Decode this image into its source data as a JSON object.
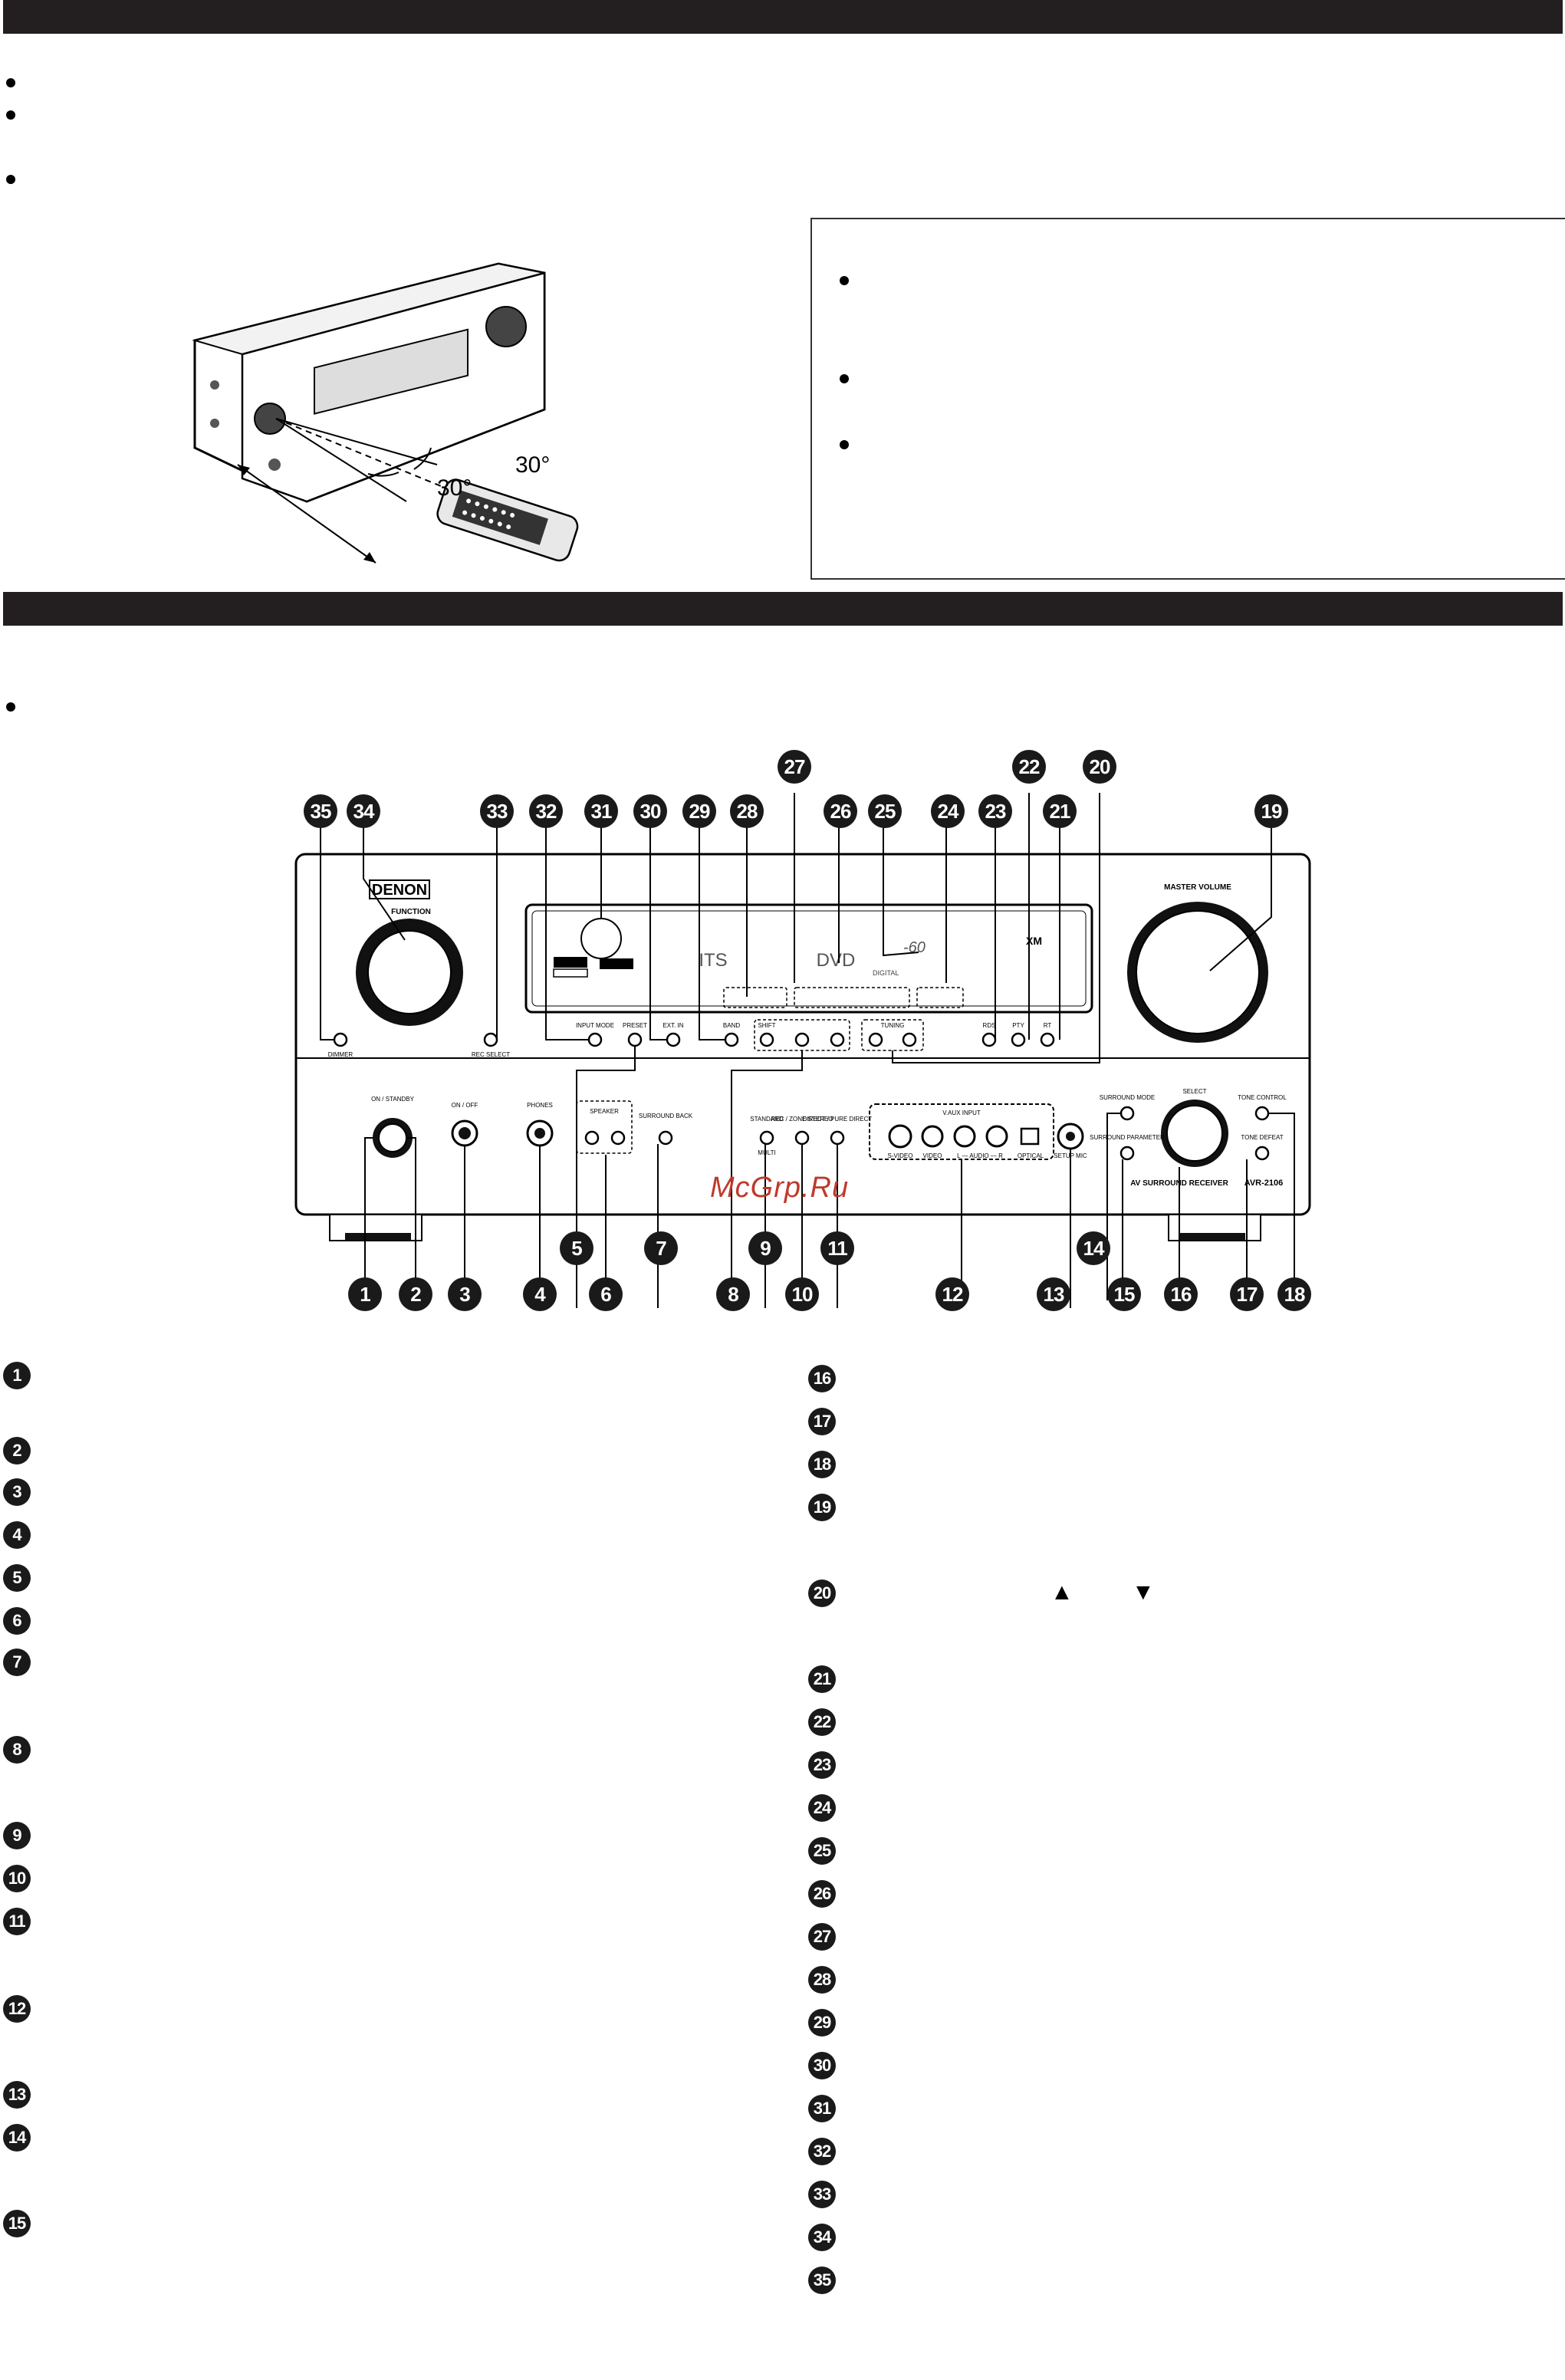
{
  "bullet_rows_top": [
    "",
    "",
    ""
  ],
  "remote_diagram": {
    "angle_left": "30°",
    "angle_right": "30°"
  },
  "front_panel": {
    "brand": "DENON",
    "function_label": "FUNCTION",
    "master_volume_label": "MASTER VOLUME",
    "display_left": "ITS",
    "display_center": "DVD",
    "display_right": "-60",
    "display_sub": "DIGITAL",
    "model_caption": "AV SURROUND RECEIVER",
    "model_number": "AVR-2106",
    "xm_label": "XM",
    "button_labels": {
      "on_standby": "ON / STANDBY",
      "power": "ON / OFF",
      "phones": "PHONES",
      "speaker": "SPEAKER",
      "surround_back": "SURROUND BACK",
      "standard": "STANDARD",
      "multi": "MULTI",
      "rec_stereo": "REC / ZONE STEREO",
      "pure_direct": "DIRECT / PURE DIRECT",
      "v_aux_input": "V.AUX INPUT",
      "s_video": "S-VIDEO",
      "video": "VIDEO",
      "audio": "L — AUDIO — R",
      "optical": "OPTICAL",
      "setup_mic": "SETUP MIC",
      "surround_mode": "SURROUND MODE",
      "surround_parameter": "SURROUND PARAMETER",
      "select": "SELECT",
      "tone_control": "TONE CONTROL",
      "tone_defeat": "TONE DEFEAT",
      "input_mode": "INPUT MODE",
      "preset_btn": "PRESET",
      "ext_in": "EXT. IN",
      "band": "BAND",
      "shift": "SHIFT",
      "tuning": "TUNING",
      "rds": "RDS",
      "pty": "PTY",
      "rt": "RT",
      "dimmer": "DIMMER",
      "rec_select": "REC SELECT"
    }
  },
  "callout_numbers": [
    "1",
    "2",
    "3",
    "4",
    "5",
    "6",
    "7",
    "8",
    "9",
    "10",
    "11",
    "12",
    "13",
    "14",
    "15",
    "16",
    "17",
    "18",
    "19",
    "20",
    "21",
    "22",
    "23",
    "24",
    "25",
    "26",
    "27",
    "28",
    "29",
    "30",
    "31",
    "32",
    "33",
    "34",
    "35"
  ],
  "list_left": [
    "1",
    "2",
    "3",
    "4",
    "5",
    "6",
    "7",
    "8",
    "9",
    "10",
    "11",
    "12",
    "13",
    "14",
    "15"
  ],
  "list_right": [
    "16",
    "17",
    "18",
    "19",
    "20",
    "21",
    "22",
    "23",
    "24",
    "25",
    "26",
    "27",
    "28",
    "29",
    "30",
    "31",
    "32",
    "33",
    "34",
    "35"
  ],
  "item20_arrows": {
    "up": "▲",
    "down": "▼"
  },
  "watermark": "McGrp.Ru"
}
